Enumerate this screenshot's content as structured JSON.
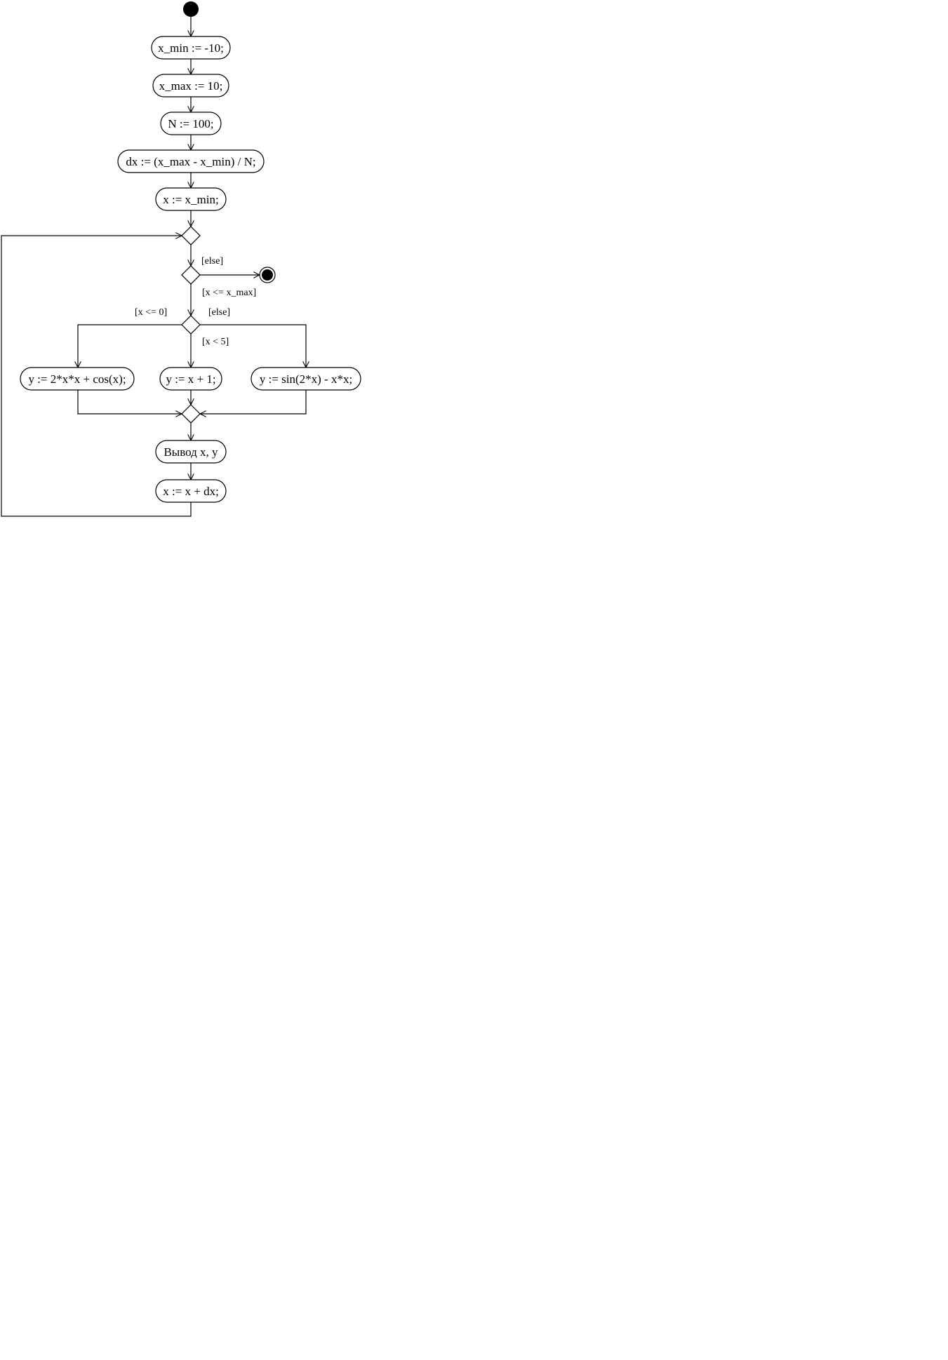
{
  "diagram": {
    "actions": {
      "xmin": "x_min := -10;",
      "xmax": "x_max := 10;",
      "n": "N := 100;",
      "dx": "dx := (x_max - x_min) / N;",
      "xinit": "x := x_min;",
      "y_neg": "y := 2*x*x + cos(x);",
      "y_mid": "y := x + 1;",
      "y_else": "y := sin(2*x) - x*x;",
      "output": "Вывод x, y",
      "xinc": "x := x + dx;"
    },
    "guards": {
      "loop_else": "[else]",
      "loop_cond": "[x <= x_max]",
      "branch_le0": "[x <= 0]",
      "branch_else": "[else]",
      "branch_lt5": "[x < 5]"
    }
  }
}
